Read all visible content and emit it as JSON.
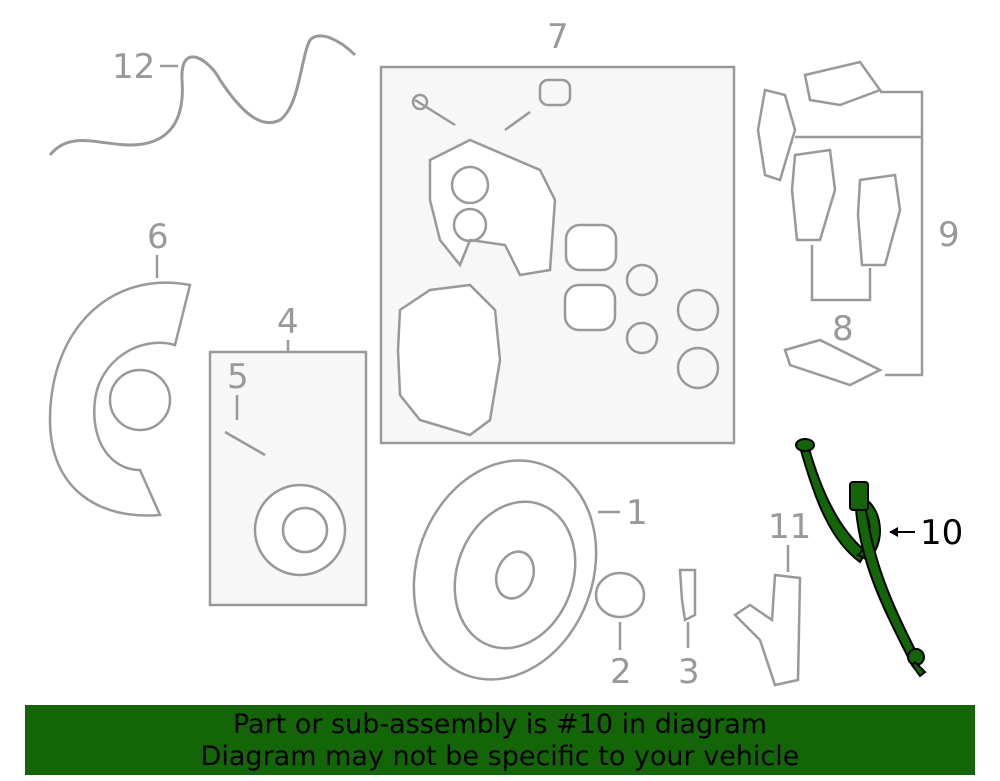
{
  "callouts": {
    "c1": "1",
    "c2": "2",
    "c3": "3",
    "c4": "4",
    "c5": "5",
    "c6": "6",
    "c7": "7",
    "c8": "8",
    "c9": "9",
    "c10": "10",
    "c11": "11",
    "c12": "12"
  },
  "highlight_color": "#136508",
  "banner": {
    "line1": "Part or sub-assembly is #10 in diagram",
    "line2": "Diagram may not be specific to your vehicle"
  }
}
